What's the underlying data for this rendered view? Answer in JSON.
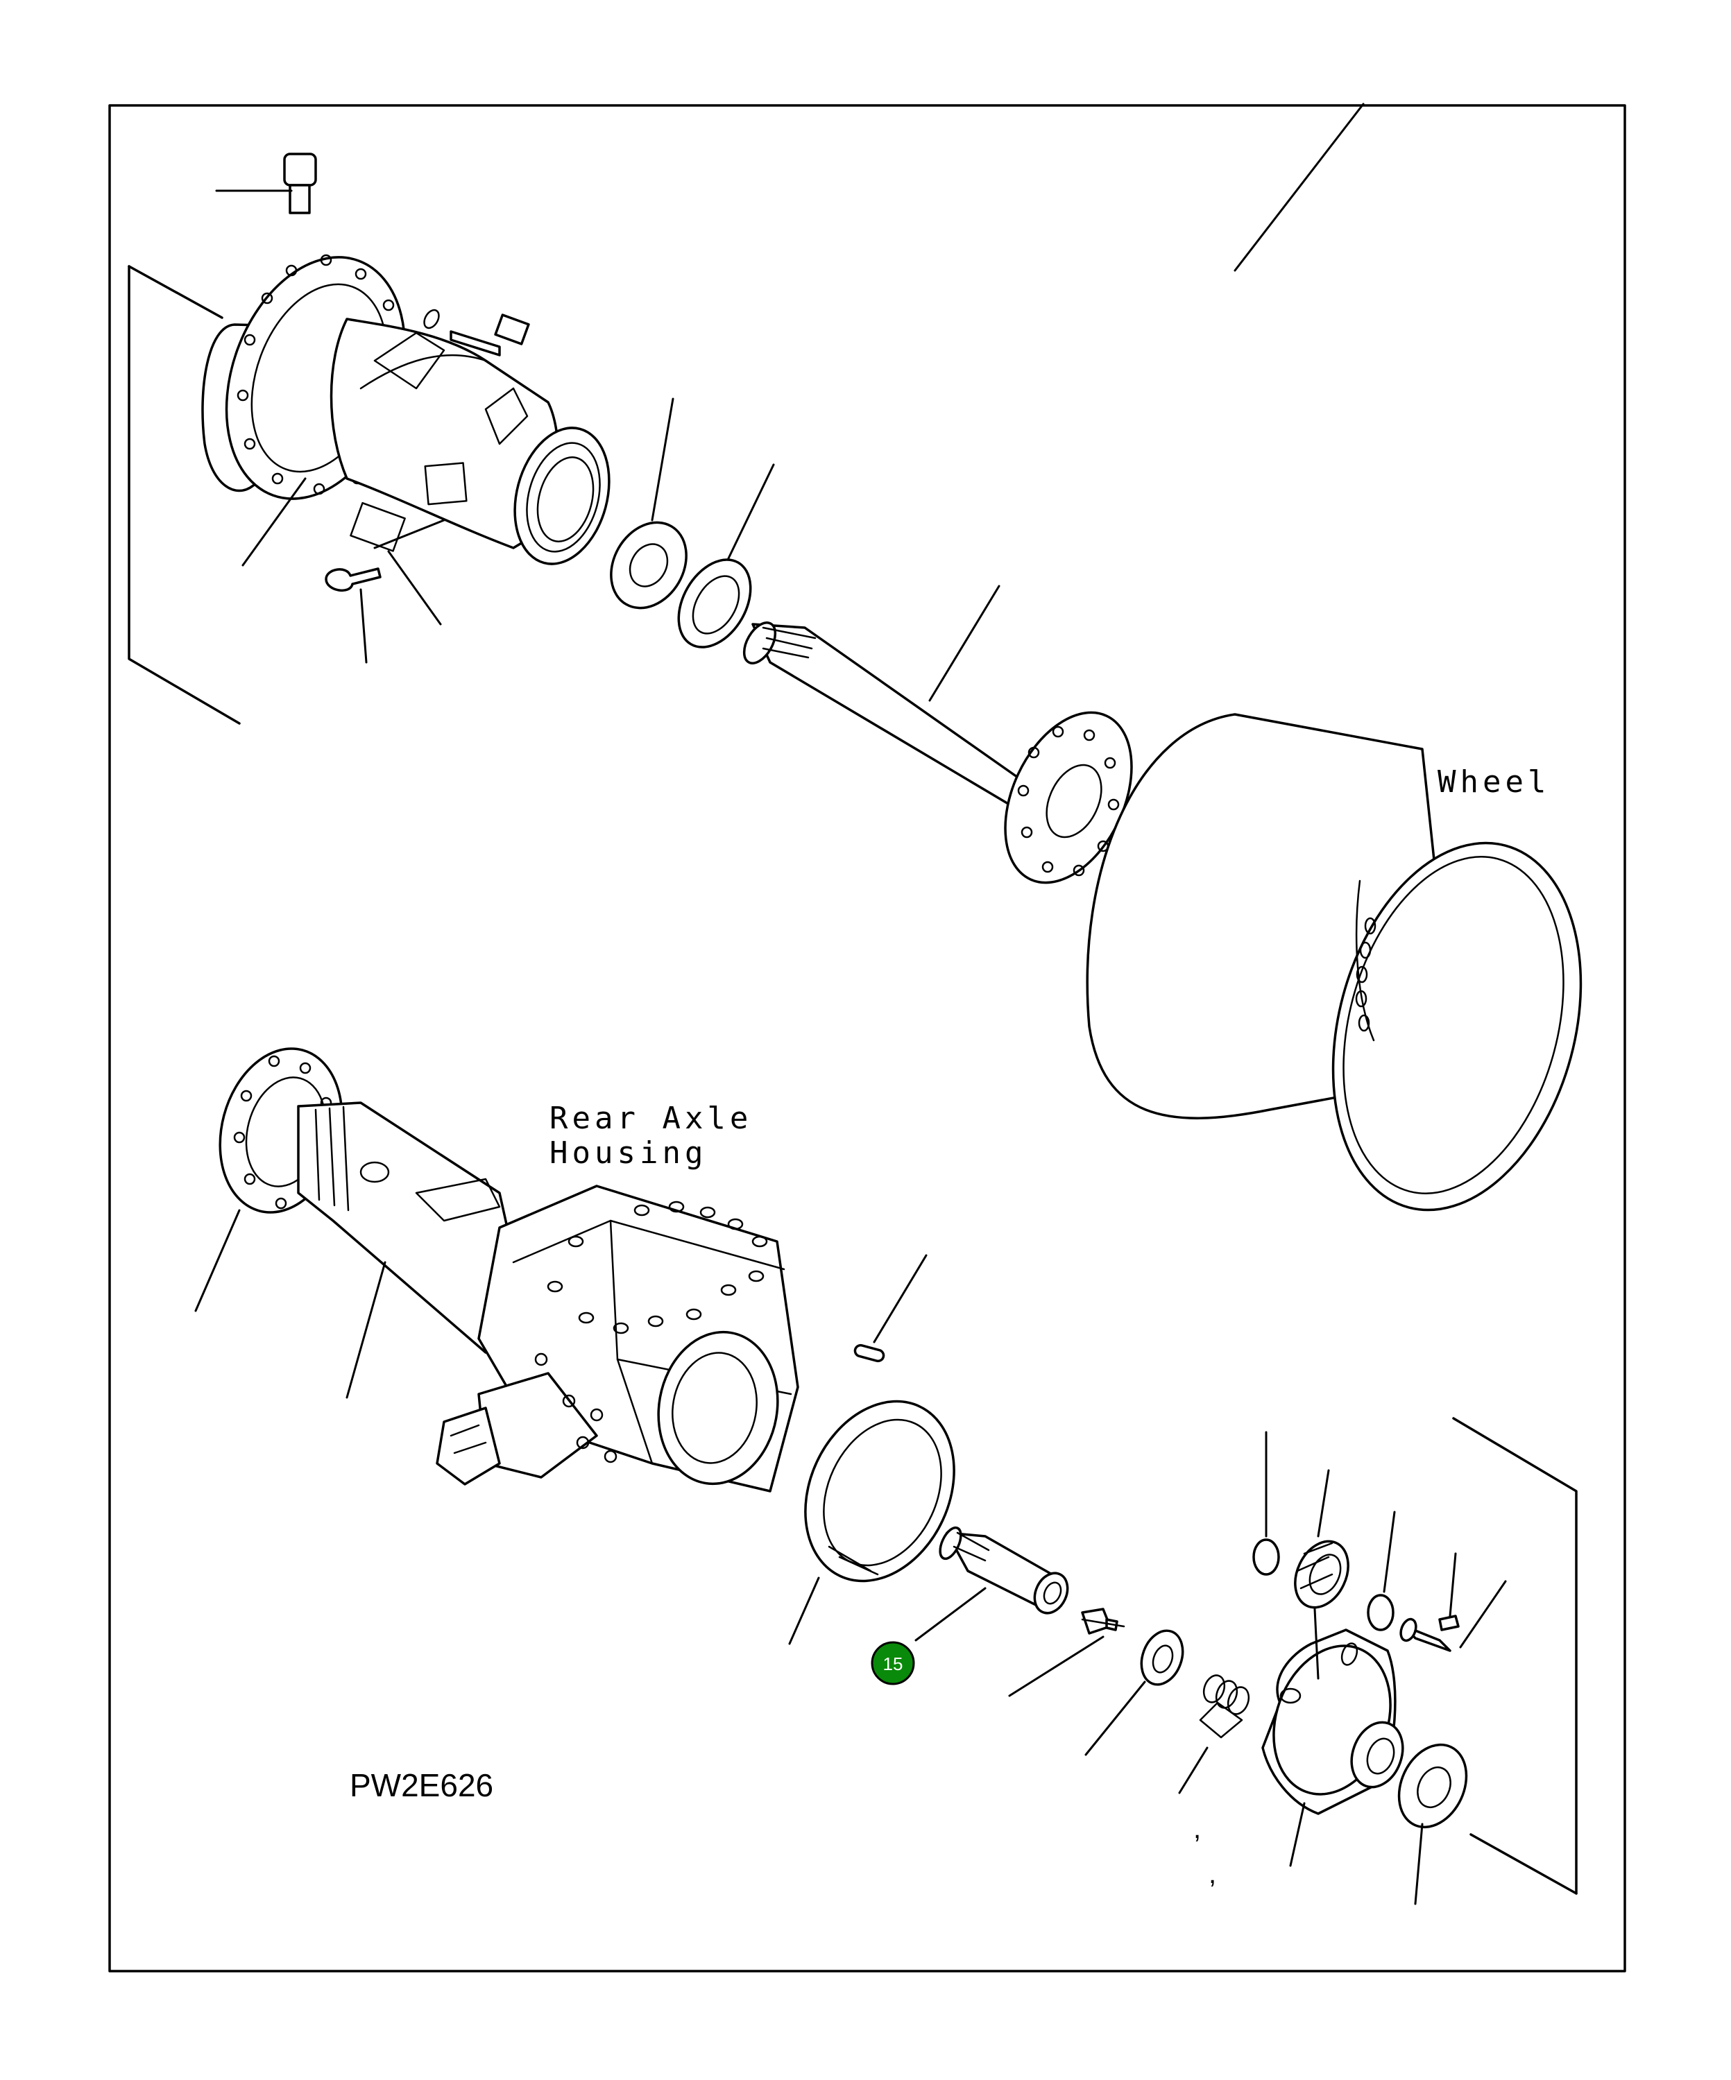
{
  "labels": {
    "wheel": "Wheel",
    "rear_axle_line1": "Rear Axle",
    "rear_axle_line2": "Housing",
    "drawing_code": "PW2E626",
    "comma1": ",",
    "comma2": ","
  },
  "callouts": [
    {
      "number": "15",
      "color": "#0a8a0a",
      "text_color": "#ffffff"
    }
  ],
  "colors": {
    "line": "#000000",
    "background": "#ffffff",
    "callout_fill": "#0a8a0a"
  }
}
